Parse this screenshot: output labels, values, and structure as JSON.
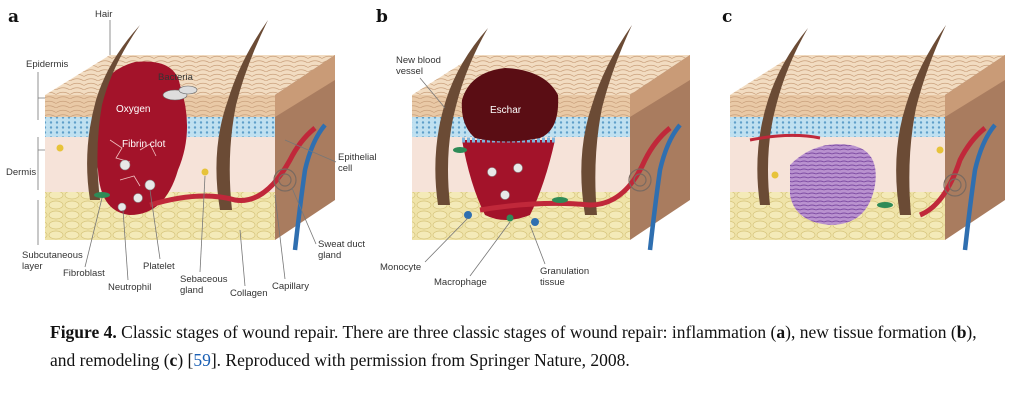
{
  "figure": {
    "panels": [
      {
        "letter": "a",
        "labels": {
          "hair": "Hair",
          "epidermis": "Epidermis",
          "bacteria": "Bacteria",
          "oxygen": "Oxygen",
          "fibrin_clot": "Fibrin clot",
          "dermis": "Dermis",
          "epithelial_cell_1": "Epithelial",
          "epithelial_cell_2": "cell",
          "subcutaneous_1": "Subcutaneous",
          "subcutaneous_2": "layer",
          "fibroblast": "Fibroblast",
          "neutrophil": "Neutrophil",
          "platelet": "Platelet",
          "sebaceous_1": "Sebaceous",
          "sebaceous_2": "gland",
          "collagen": "Collagen",
          "capillary": "Capillary",
          "sweat_duct_1": "Sweat duct",
          "sweat_duct_2": "gland"
        }
      },
      {
        "letter": "b",
        "labels": {
          "new_vessel_1": "New blood",
          "new_vessel_2": "vessel",
          "eschar": "Eschar",
          "monocyte": "Monocyte",
          "macrophage": "Macrophage",
          "granulation_1": "Granulation",
          "granulation_2": "tissue"
        }
      },
      {
        "letter": "c",
        "labels": {}
      }
    ]
  },
  "caption": {
    "label": "Figure 4.",
    "text_1": " Classic stages of wound repair. There are three classic stages of wound repair: inflammation (",
    "a": "a",
    "text_2": "), new tissue formation (",
    "b": "b",
    "text_3": "), and remodeling (",
    "c": "c",
    "text_4": ") [",
    "ref": "59",
    "text_5": "]. Reproduced with permission from Springer Nature, 2008."
  },
  "colors": {
    "epidermis": "#e9c9a6",
    "epidermis_top": "#f2dcc1",
    "basal_layer": "#bfe0f0",
    "dermis": "#f6e3d9",
    "subcutaneous": "#efe3a8",
    "side_face": "#a97c5f",
    "wound_red": "#a3132a",
    "eschar": "#5a0d14",
    "scar_purple": "#9a6fb8",
    "hair": "#6b4b35",
    "vessel_red": "#c0283a",
    "vessel_blue": "#2f6fb0",
    "caption_ref": "#1a5fb4"
  }
}
